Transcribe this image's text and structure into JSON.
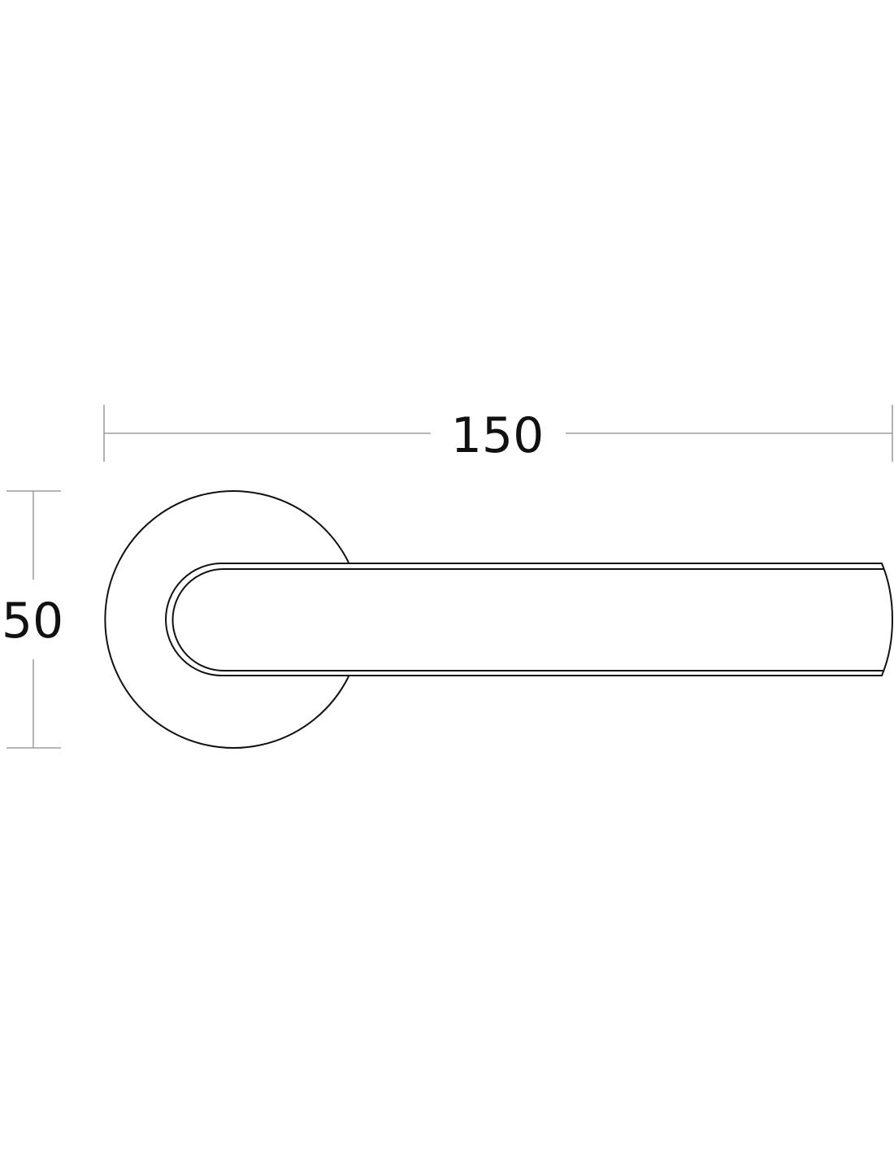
{
  "diagram": {
    "subject": "door-lever-handle-on-round-rose",
    "dimensions": {
      "length": "150",
      "rose_diameter": "50"
    },
    "colors": {
      "outline": "#111111",
      "dimension_line": "#8a8a8a",
      "background": "#ffffff"
    }
  }
}
